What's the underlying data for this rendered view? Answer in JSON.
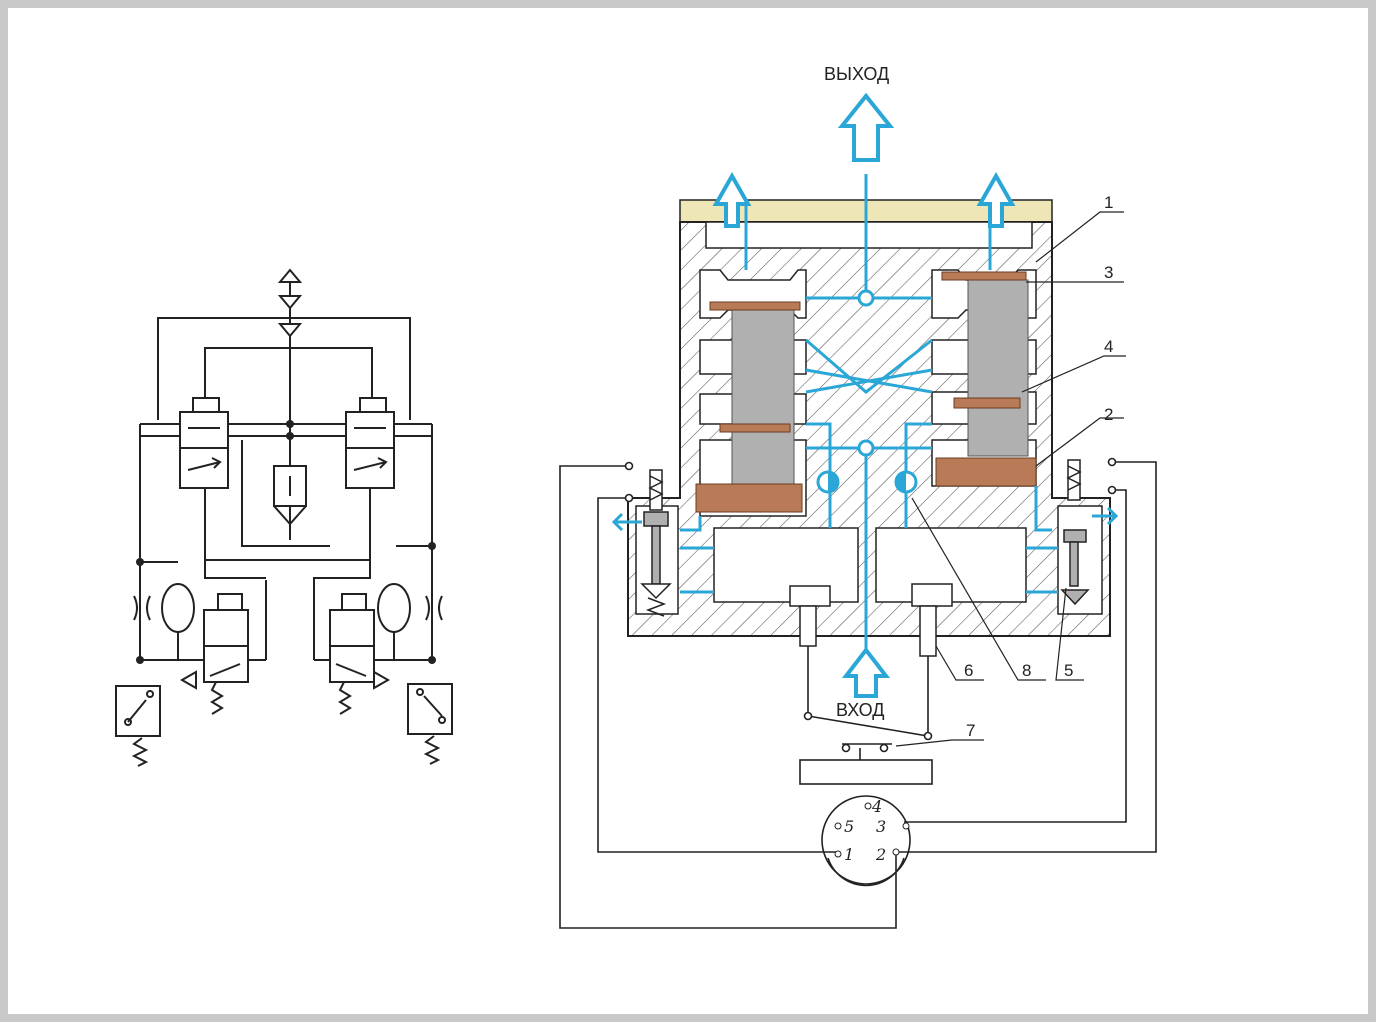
{
  "labels": {
    "output": "ВЫХОД",
    "input": "ВХОД"
  },
  "callouts": [
    "1",
    "2",
    "3",
    "4",
    "5",
    "6",
    "7",
    "8"
  ],
  "connector_pins": [
    "4",
    "5",
    "3",
    "1",
    "2"
  ],
  "colors": {
    "air_flow": "#2aa7d6",
    "diaphragm": "#b97a57",
    "piston": "#b0b0b0",
    "line": "#222222",
    "hatch": "#555555",
    "frame": "#c8c8c8",
    "top_surface": "#efe6b8"
  }
}
